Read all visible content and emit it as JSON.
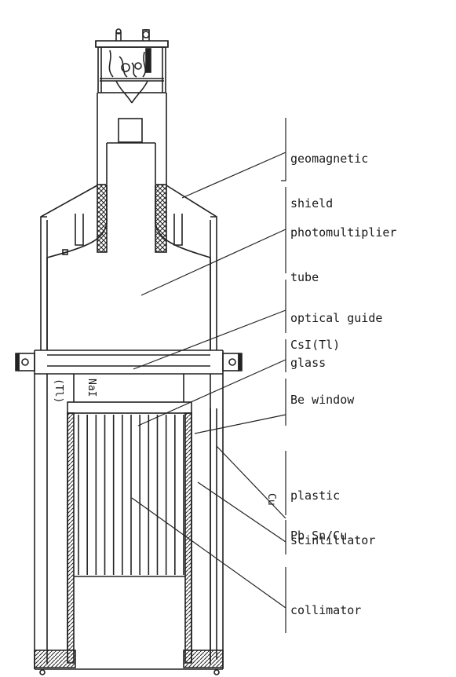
{
  "labels": {
    "geomagnetic_shield": [
      "geomagnetic",
      "shield"
    ],
    "photomultiplier_tube": [
      "photomultiplier",
      "tube"
    ],
    "optical_guide_glass": [
      "optical guide",
      "glass"
    ],
    "csi": "CsI(Tl)",
    "be_window": "Be window",
    "plastic_scintillator": [
      "plastic",
      "scintillator"
    ],
    "pb_sn_cu": "Pb Sn/Cu",
    "collimator": "collimator",
    "nai": [
      "NaI",
      "(Tl)"
    ],
    "cu": "Cu"
  }
}
